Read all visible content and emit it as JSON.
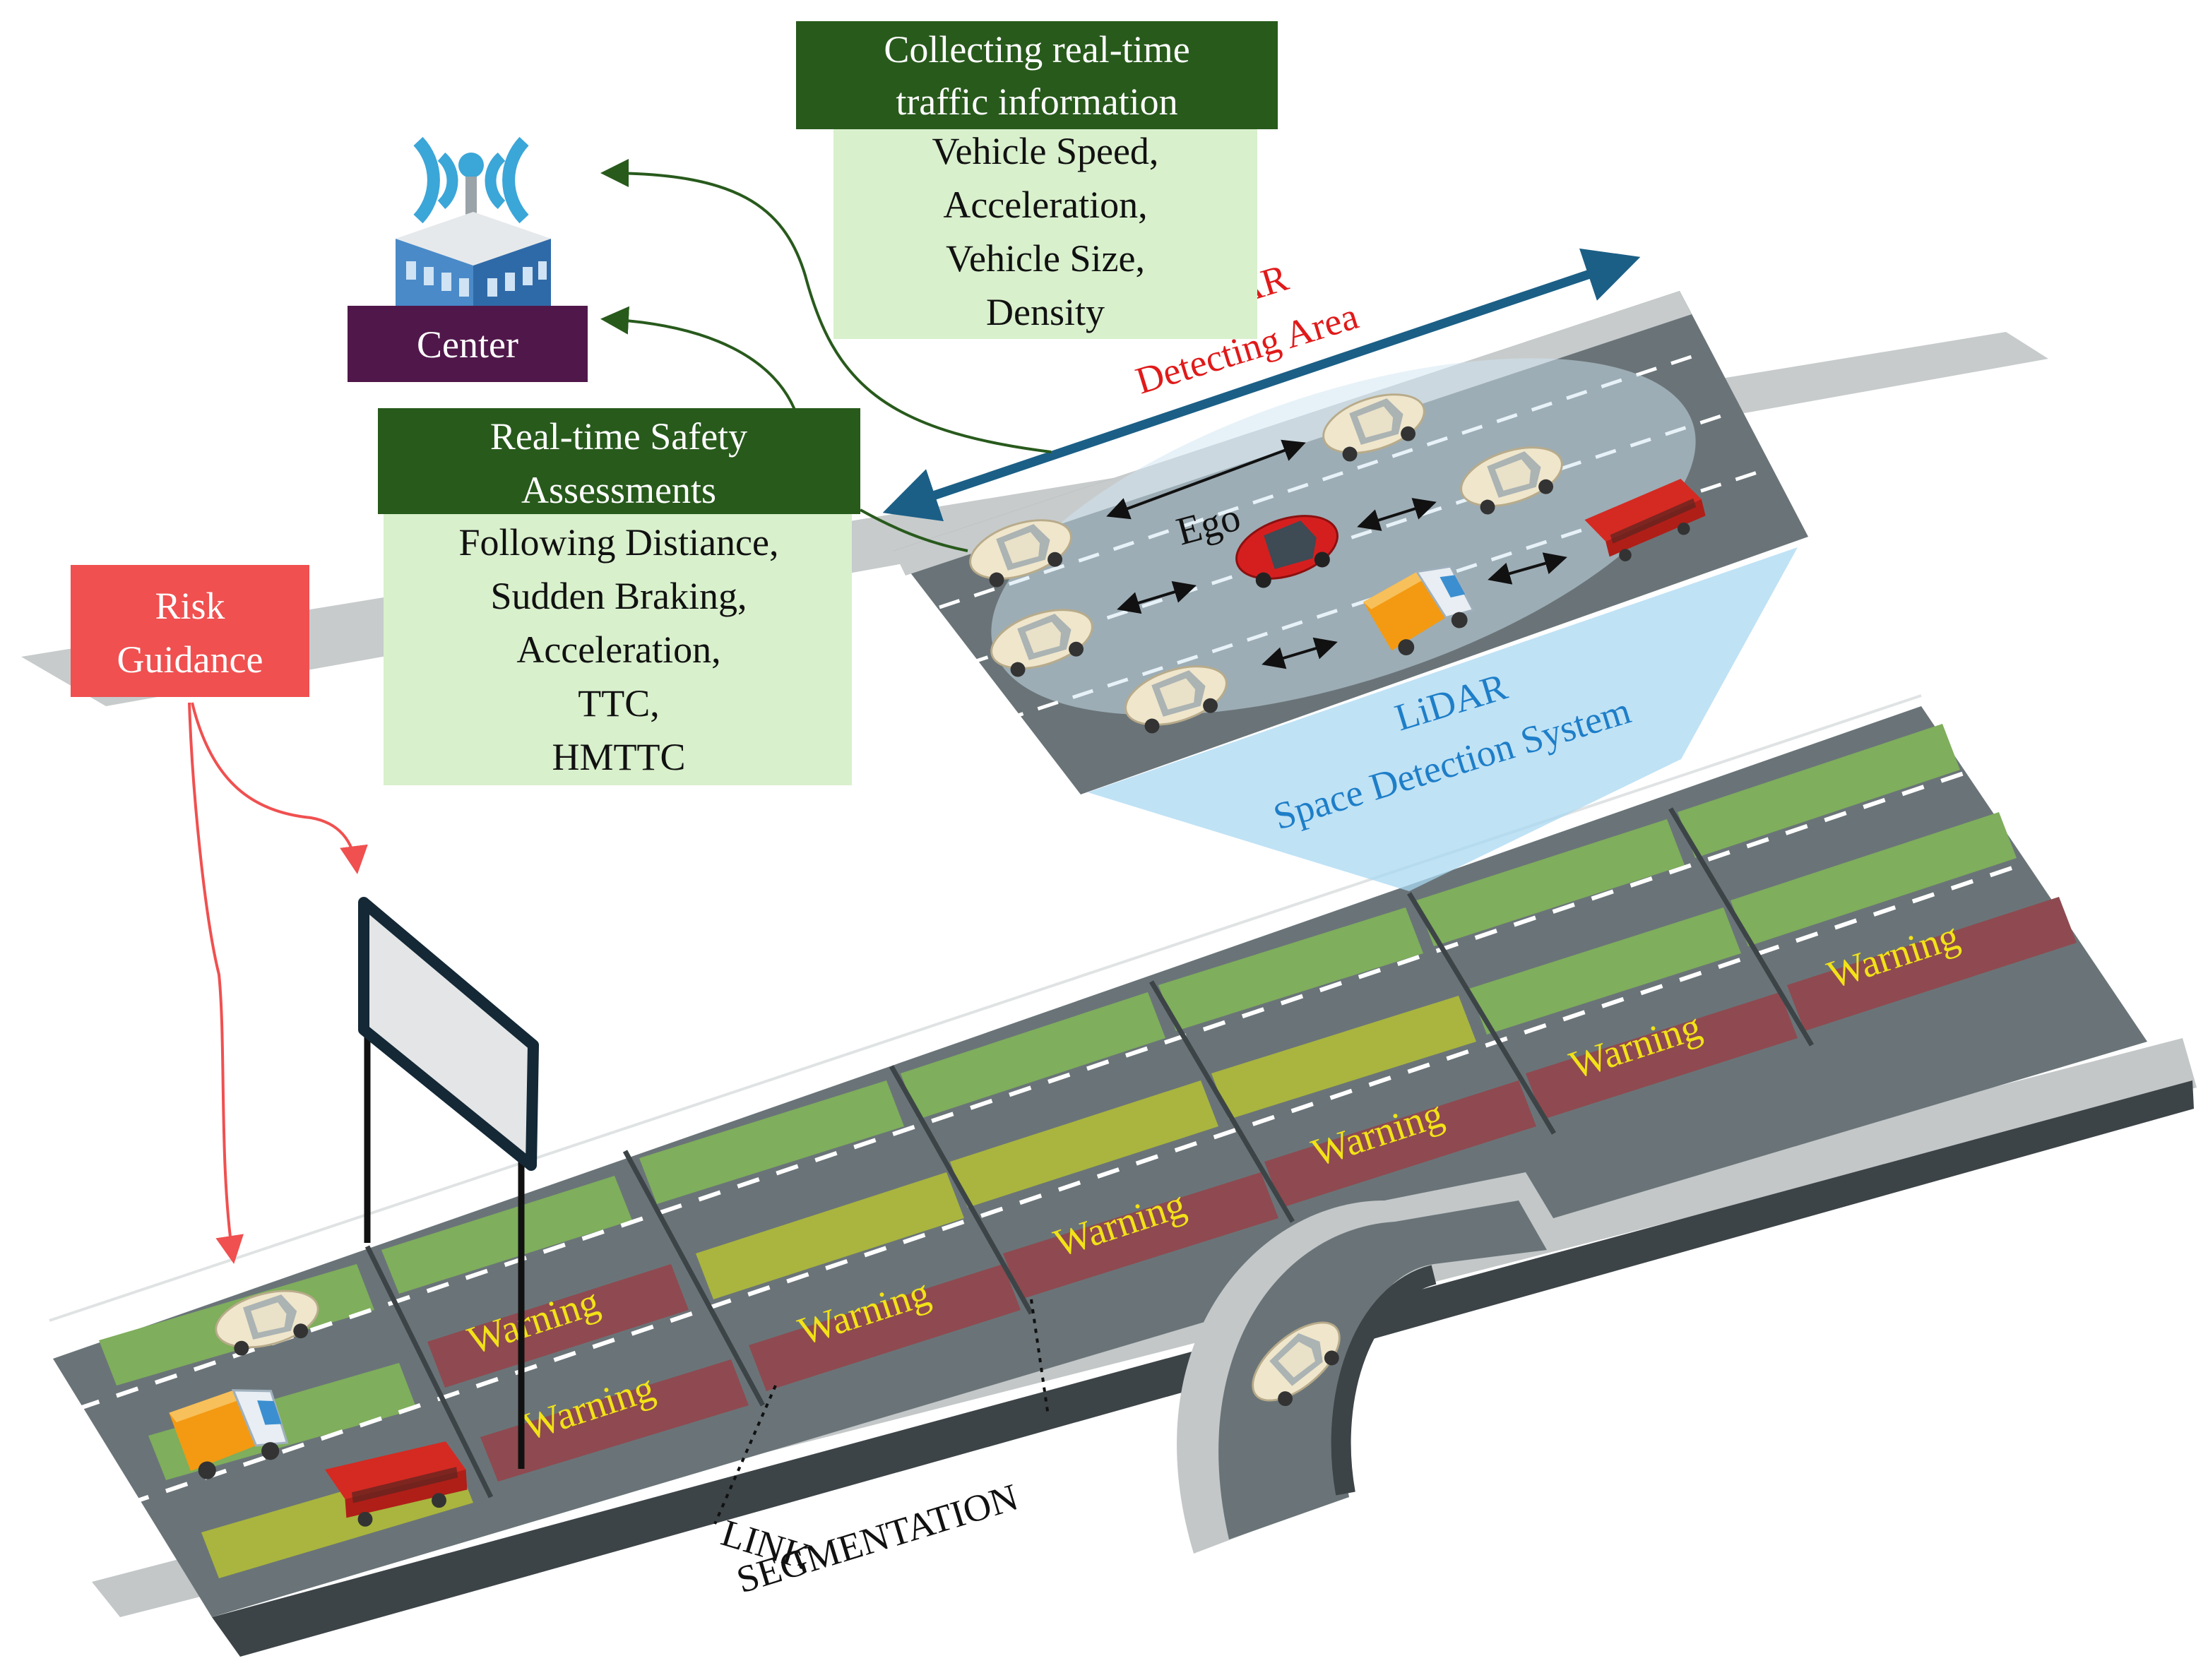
{
  "colors": {
    "dark_green": "#285a1c",
    "light_green": "#d8f0cc",
    "purple": "#50184a",
    "risk_red": "#f05050",
    "road": "#6a7478",
    "lane_green": "#7fae5c",
    "lane_yellow": "#a9b53e",
    "lane_red": "#8e4a50",
    "warning_text": "#f2e218",
    "lidar_red": "#e01a1a",
    "lidar_blue": "#1e7ec8"
  },
  "collecting_box": {
    "title_lines": [
      "Collecting  real-time",
      "traffic  information"
    ],
    "items": [
      "Vehicle Speed,",
      "Acceleration,",
      "Vehicle Size,",
      "Density"
    ]
  },
  "safety_box": {
    "title_lines": [
      "Real-time Safety",
      "Assessments"
    ],
    "items": [
      "Following Distiance,",
      "Sudden Braking,",
      "Acceleration,",
      "TTC,",
      "HMTTC"
    ]
  },
  "center_label": "Center",
  "risk_guidance_lines": [
    "Risk",
    "Guidance"
  ],
  "lidar_area_lines": [
    "LiDAR",
    "Detecting Area"
  ],
  "lidar_system_lines": [
    "LiDAR",
    "Space Detection System"
  ],
  "ego_label": "Ego",
  "warning_label": "Warning",
  "link_segmentation_lines": [
    "LINK",
    "SEGMENTATION"
  ],
  "icons": [
    "antenna-tower-icon",
    "office-building-icon",
    "car-icon",
    "truck-icon",
    "bus-icon",
    "road-sign-icon"
  ]
}
